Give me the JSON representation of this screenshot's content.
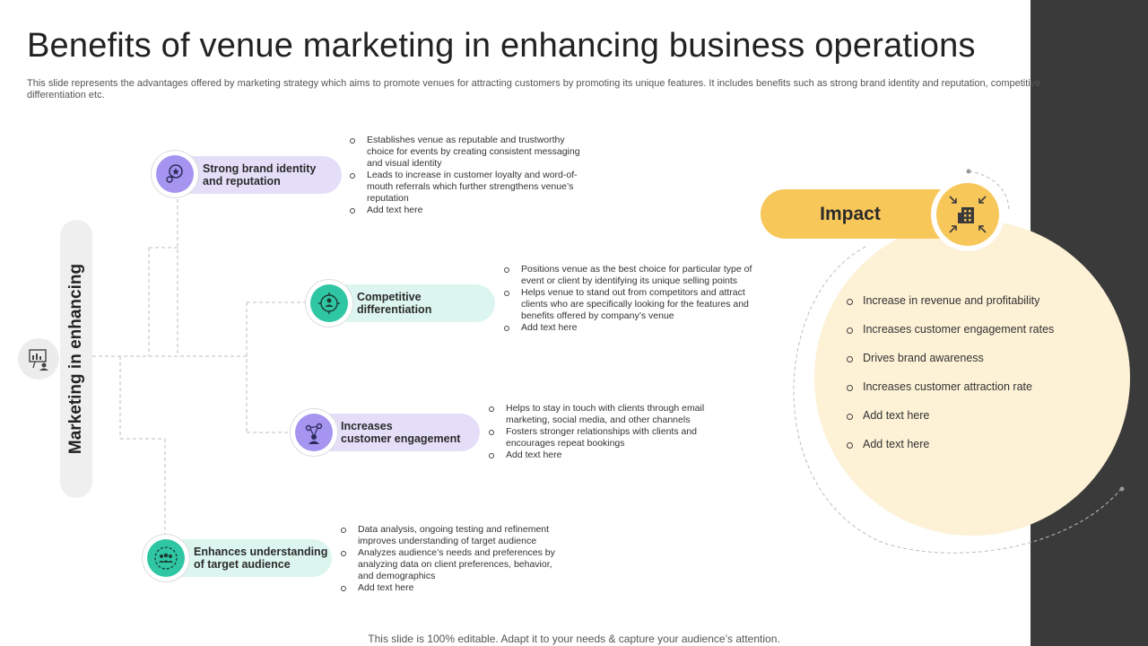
{
  "slide": {
    "title": "Benefits of venue marketing in enhancing business operations",
    "subtitle": "This slide represents the advantages offered by marketing strategy which aims to promote venues for attracting customers by promoting its unique features. It includes benefits such as strong brand identity and reputation, competitive differentiation etc.",
    "footer": "This slide is 100% editable. Adapt it to your needs & capture your audience’s attention."
  },
  "side": {
    "label": "Marketing in enhancing",
    "icon": "presentation-board-icon"
  },
  "benefits": [
    {
      "label_line1": "Strong brand identity",
      "label_line2": "and reputation",
      "icon": "brand-medal-icon",
      "color": "#a594f0",
      "bullets": [
        "Establishes venue as reputable and trustworthy choice for events by creating consistent messaging and visual identity",
        "Leads to increase in customer loyalty and word-of-mouth referrals which further strengthens venue’s reputation",
        "Add text here"
      ]
    },
    {
      "label_line1": "Competitive",
      "label_line2": "differentiation",
      "icon": "target-person-icon",
      "color": "#2fc6a3",
      "bullets": [
        "Positions venue as the best choice for particular type of event or client by identifying its unique selling points",
        "Helps venue to stand out from competitors and attract clients who are specifically looking for the features and benefits offered by company’s venue",
        "Add text here"
      ]
    },
    {
      "label_line1": "Increases",
      "label_line2": "customer engagement",
      "icon": "people-network-icon",
      "color": "#a594f0",
      "bullets": [
        "Helps to stay in touch with clients through email marketing, social media, and other channels",
        "Fosters stronger relationships with clients and encourages repeat bookings",
        "Add text here"
      ]
    },
    {
      "label_line1": "Enhances understanding",
      "label_line2": "of target audience",
      "icon": "audience-group-icon",
      "color": "#2fc6a3",
      "bullets": [
        "Data analysis, ongoing testing and refinement improves understanding of target audience",
        "Analyzes audience’s needs and preferences by analyzing data on client preferences, behavior, and demographics",
        "Add text here"
      ]
    }
  ],
  "impact": {
    "label": "Impact",
    "icon": "building-arrows-icon",
    "color": "#f8c75a",
    "items": [
      "Increase in revenue  and profitability",
      "Increases customer engagement  rates",
      "Drives  brand  awareness",
      "Increases customer attraction rate",
      "Add text here",
      "Add text here"
    ]
  }
}
